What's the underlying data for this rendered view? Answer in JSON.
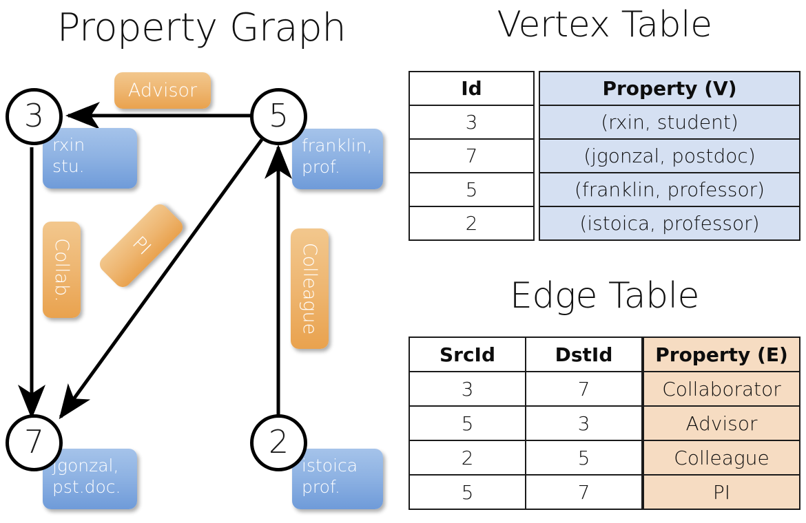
{
  "titles": {
    "property_graph": "Property Graph",
    "vertex_table": "Vertex Table",
    "edge_table": "Edge Table"
  },
  "colors": {
    "vertex_fill": "#d5e0f2",
    "edge_fill": "#f6dcc2",
    "node_box_blue": "#8fb3e3",
    "edge_label_orange": "#eeb671",
    "stroke": "#1a1a1a"
  },
  "graph": {
    "nodes": [
      {
        "id": "3",
        "prop_line1": "rxin",
        "prop_line2": "stu."
      },
      {
        "id": "5",
        "prop_line1": "franklin,",
        "prop_line2": "prof."
      },
      {
        "id": "7",
        "prop_line1": "jgonzal,",
        "prop_line2": "pst.doc."
      },
      {
        "id": "2",
        "prop_line1": "istoica",
        "prop_line2": "prof."
      }
    ],
    "edge_labels": [
      {
        "name": "advisor",
        "text": "Advisor",
        "orientation": "horizontal"
      },
      {
        "name": "collab",
        "text": "Collab.",
        "orientation": "vertical"
      },
      {
        "name": "pi",
        "text": "PI",
        "orientation": "diagonal"
      },
      {
        "name": "colleague",
        "text": "Colleague",
        "orientation": "vertical"
      }
    ]
  },
  "vertex_table": {
    "headers": {
      "id": "Id",
      "property": "Property (V)"
    },
    "rows": [
      {
        "id": "3",
        "property": "(rxin, student)"
      },
      {
        "id": "7",
        "property": "(jgonzal, postdoc)"
      },
      {
        "id": "5",
        "property": "(franklin, professor)"
      },
      {
        "id": "2",
        "property": "(istoica, professor)"
      }
    ]
  },
  "edge_table": {
    "headers": {
      "src": "SrcId",
      "dst": "DstId",
      "property": "Property (E)"
    },
    "rows": [
      {
        "src": "3",
        "dst": "7",
        "property": "Collaborator"
      },
      {
        "src": "5",
        "dst": "3",
        "property": "Advisor"
      },
      {
        "src": "2",
        "dst": "5",
        "property": "Colleague"
      },
      {
        "src": "5",
        "dst": "7",
        "property": "PI"
      }
    ]
  }
}
